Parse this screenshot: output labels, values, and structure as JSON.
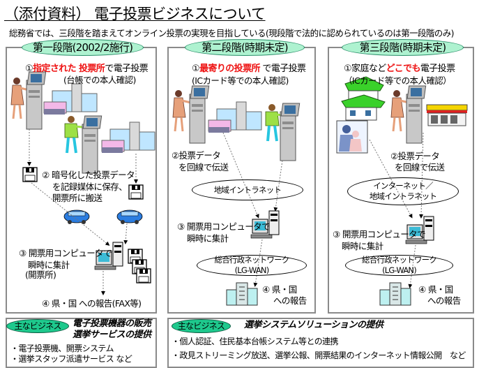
{
  "header": {
    "title": "（添付資料） 電子投票ビジネスについて",
    "subtitle": "総務省では、三段階を踏まえてオンライン投票の実現を目指している(現段階で法的に認められているのは第一段階のみ)"
  },
  "colors": {
    "stage_label_fill": "#aef2d0",
    "badge_fill": "#1ec98d",
    "highlight_red": "#ee1111",
    "panel_border": "#8a8a8a"
  },
  "stages": [
    {
      "label": "第一段階(2002/2施行)",
      "step1_prefix": "①",
      "step1_highlight": "指定された 投票所",
      "step1_suffix": "で電子投票",
      "step1_note": "(台帳での本人確認)",
      "step2_lines": [
        "② 暗号化した投票データ",
        "を記録媒体に保存、",
        "開票所に搬送"
      ],
      "step3_lines": [
        "③ 開票用コンピュータで",
        "瞬時に集計",
        "(開票所)"
      ],
      "step4": "④ 県・国 への報告(FAX等)",
      "icons": [
        "voter-woman-icon",
        "voting-machine-icon",
        "polling-station-icon",
        "voter-man-icon",
        "floppy-disk-icon",
        "car-icon",
        "computer-icon"
      ]
    },
    {
      "label": "第二段階(時期未定)",
      "step1_prefix": "①",
      "step1_highlight": "最寄りの投票所",
      "step1_suffix": " で電子投票",
      "step1_note": "(ICカード等での本人確認)",
      "step2_lines": [
        "②投票データ",
        "を回線で伝送"
      ],
      "network1_lines": [
        "地域イントラネット"
      ],
      "step3_lines": [
        "③ 開票用コンピュータで",
        "瞬時に集計"
      ],
      "network2_lines": [
        "総合行政ネットワーク",
        "(LG-WAN)"
      ],
      "step4_lines": [
        "④ 県・国",
        "への報告"
      ]
    },
    {
      "label": "第三段階(時期未定)",
      "step1_prefix": "①家庭など",
      "step1_highlight": "どこでも",
      "step1_suffix": "電子投票",
      "step1_note": "（ICカード等での本人確認）",
      "step2_lines": [
        "②投票データ",
        "を回線で伝送"
      ],
      "network1_lines": [
        "インターネット／",
        "地域イントラネット"
      ],
      "step3_lines": [
        "③ 開票用コンピュータで",
        "瞬時に集計"
      ],
      "network2_lines": [
        "総合行政ネットワーク",
        "(LG-WAN)"
      ],
      "step4_lines": [
        "④ 県・国",
        "への報告"
      ]
    }
  ],
  "business": [
    {
      "badge": "主なビジネス",
      "headline_lines": [
        "電子投票機器の販売",
        "選挙サービスの提供"
      ],
      "items": [
        "・電子投票機、開票システム",
        "・選挙スタッフ派遣サービス など"
      ]
    },
    {
      "badge": "主なビジネス",
      "headline_lines": [
        "選挙システムソリューションの提供"
      ],
      "items": [
        "・個人認証、住民基本台帳システム等との連携",
        "・政見ストリーミング放送、選挙公報、開票結果のインターネット情報公開　など"
      ]
    }
  ]
}
